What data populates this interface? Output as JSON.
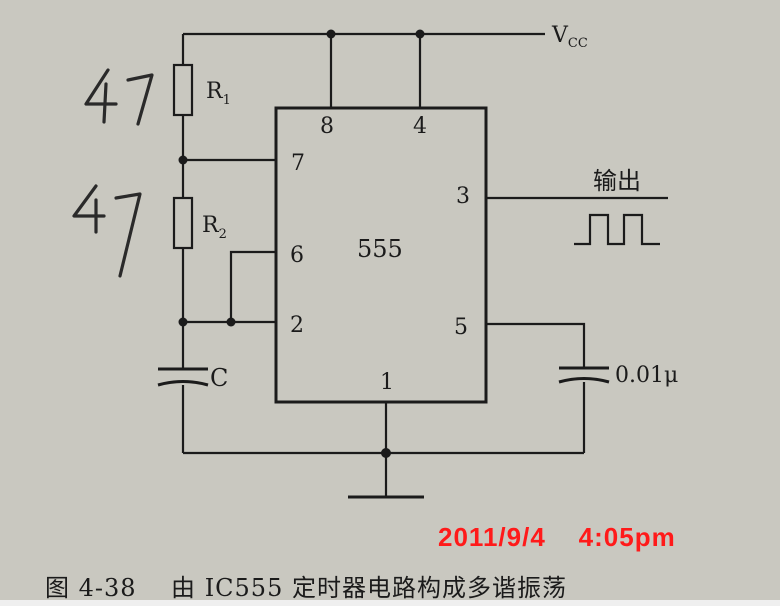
{
  "supply": {
    "label": "V",
    "subscript": "CC"
  },
  "chip": {
    "name": "555",
    "pins": {
      "p1": "1",
      "p2": "2",
      "p3": "3",
      "p4": "4",
      "p5": "5",
      "p6": "6",
      "p7": "7",
      "p8": "8"
    }
  },
  "components": {
    "r1": {
      "name": "R",
      "subscript": "1"
    },
    "r2": {
      "name": "R",
      "subscript": "2"
    },
    "c_timing": {
      "name": "C"
    },
    "c_control": {
      "value": "0.01μ"
    }
  },
  "output_label": "输出",
  "handwritten": {
    "r1_value": "47",
    "r2_value": "47"
  },
  "timestamp": "2011/9/4    4:05pm",
  "caption": "图 4-38    由 IC555 定时器电路构成多谐振荡"
}
